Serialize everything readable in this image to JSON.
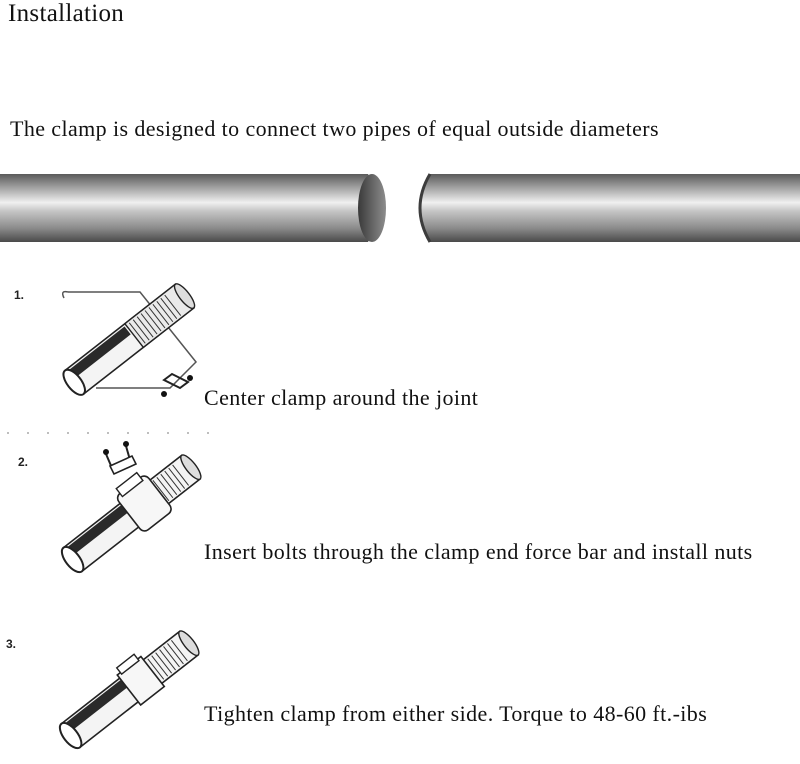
{
  "page": {
    "title": "Installation",
    "intro": "The clamp is designed to connect two pipes of equal outside diameters"
  },
  "steps": [
    {
      "number": "1.",
      "text": "Center clamp around the joint"
    },
    {
      "number": "2.",
      "text": "Insert bolts through the clamp end force bar and install nuts"
    },
    {
      "number": "3.",
      "text": "Tighten clamp from either side. Torque to 48-60 ft.-ibs"
    }
  ],
  "colors": {
    "pipe_dark": "#4a4a4a",
    "pipe_light": "#e6e6e6",
    "text": "#111111"
  }
}
